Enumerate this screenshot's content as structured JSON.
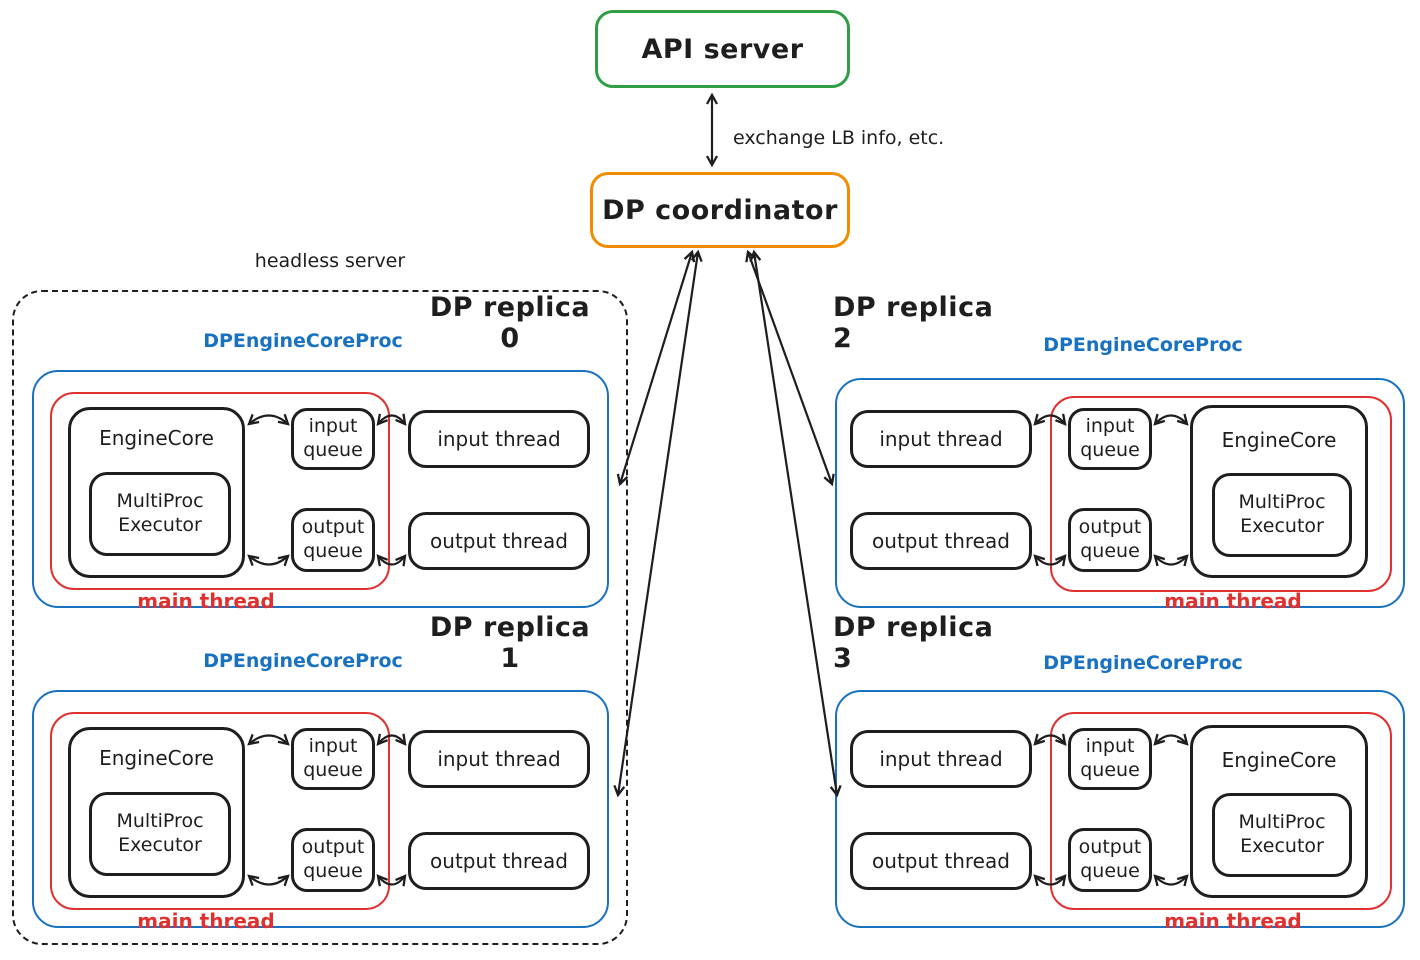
{
  "api_server": {
    "label": "API server"
  },
  "dp_coordinator": {
    "label": "DP coordinator"
  },
  "link_label": "exchange LB info, etc.",
  "headless_server": {
    "label": "headless server"
  },
  "labels": {
    "proc": "DPEngineCoreProc",
    "engine_core": "EngineCore",
    "multiproc_executor": "MultiProc Executor",
    "input_queue": "input queue",
    "output_queue": "output queue",
    "input_thread": "input thread",
    "output_thread": "output thread",
    "main_thread": "main thread"
  },
  "replicas": [
    {
      "title": "DP replica 0"
    },
    {
      "title": "DP replica 1"
    },
    {
      "title": "DP replica 2"
    },
    {
      "title": "DP replica 3"
    }
  ],
  "colors": {
    "green": "#2f9e44",
    "orange": "#f08c00",
    "blue": "#1971c2",
    "red": "#e03131",
    "ink": "#1e1e1e"
  }
}
